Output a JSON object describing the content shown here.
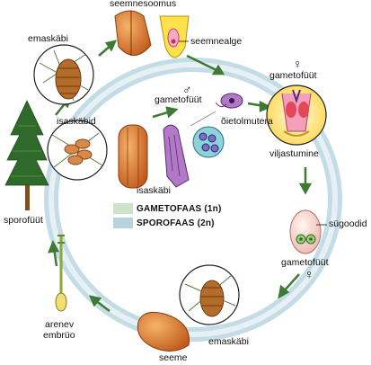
{
  "labels": {
    "seed_scale": "seemnesoomus",
    "ovule": "seemnealge",
    "female_cone_top": "emaskäbi",
    "male_cones": "isaskäbid",
    "male_gametophyte": "gametofüüt",
    "male_symbol": "♂",
    "female_symbol_top": "♀",
    "female_gametophyte_top": "gametofüüt",
    "pollen_grain": "õietolmutera",
    "fertilization": "viljastumine",
    "archegonia": "sügoodid",
    "female_gametophyte_bottom": "gametofüüt",
    "female_symbol_bottom": "♀",
    "sporophyte": "sporofüüt",
    "male_cone": "isaskäbi",
    "embryo_line1": "arenev",
    "embryo_line2": "embrüo",
    "seed": "seeme",
    "female_cone_bottom": "emaskäbi"
  },
  "legend": {
    "gametophyte_phase": "GAMETOFAAS (1n)",
    "sporophyte_phase": "SPOROFAAS (2n)"
  },
  "colors": {
    "gametophyte_swatch": "#cfe3c9",
    "sporophyte_swatch": "#b7d1dd",
    "ring_fill": "#c4dce6",
    "arrow_green": "#3f7a35"
  }
}
